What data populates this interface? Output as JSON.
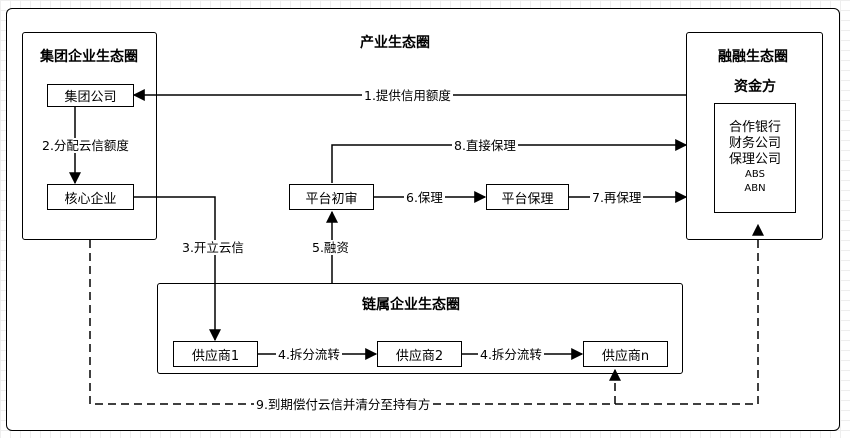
{
  "outer": {
    "title": "产业生态圈"
  },
  "group": {
    "title": "集团企业生态圈",
    "company": "集团公司",
    "core": "核心企业"
  },
  "finance": {
    "title": "融融生态圈",
    "subtitle": "资金方",
    "members": [
      "合作银行",
      "财务公司",
      "保理公司",
      "ABS",
      "ABN"
    ]
  },
  "platform": {
    "review": "平台初审",
    "factoring": "平台保理"
  },
  "supply": {
    "title": "链属企业生态圈",
    "suppliers": [
      "供应商1",
      "供应商2",
      "供应商n"
    ]
  },
  "edges": {
    "e1": "1.提供信用额度",
    "e2": "2.分配云信额度",
    "e3": "3.开立云信",
    "e4a": "4.拆分流转",
    "e4b": "4.拆分流转",
    "e5": "5.融资",
    "e6": "6.保理",
    "e7": "7.再保理",
    "e8": "8.直接保理",
    "e9": "9.到期偿付云信并清分至持有方"
  }
}
